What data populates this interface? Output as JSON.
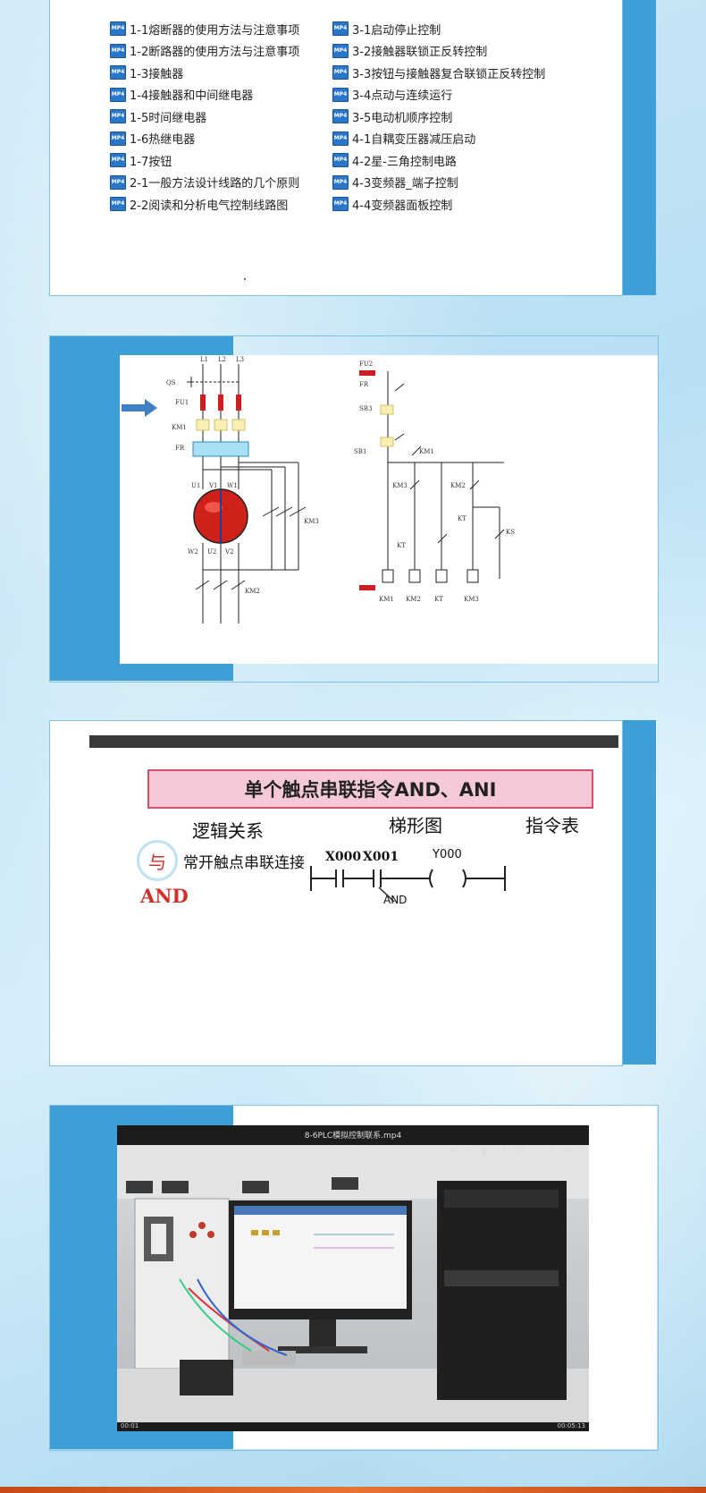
{
  "file_list": {
    "left": [
      "1-1熔断器的使用方法与注意事项",
      "1-2断路器的使用方法与注意事项",
      "1-3接触器",
      "1-4接触器和中间继电器",
      "1-5时间继电器",
      "1-6热继电器",
      "1-7按钮",
      "2-1一般方法设计线路的几个原则",
      "2-2阅读和分析电气控制线路图"
    ],
    "right": [
      "3-1启动停止控制",
      "3-2接触器联锁正反转控制",
      "3-3按钮与接触器复合联锁正反转控制",
      "3-4点动与连续运行",
      "3-5电动机顺序控制",
      "4-1自耦变压器减压启动",
      "4-2星-三角控制电路",
      "4-3变频器_端子控制",
      "4-4变频器面板控制"
    ],
    "icon_label": "MP4"
  },
  "circuit": {
    "phases": [
      "L1",
      "L2",
      "L3"
    ],
    "left_labels": [
      "QS",
      "FU1",
      "KM1",
      "FR"
    ],
    "motor_top": [
      "U1",
      "V1",
      "W1"
    ],
    "motor_bottom": [
      "W2",
      "U2",
      "V2"
    ],
    "km3": "KM3",
    "km2": "KM2",
    "ctrl_labels": [
      "FU2",
      "FR",
      "SB3",
      "SB1",
      "KM1",
      "KM3",
      "KM2",
      "KT",
      "KT",
      "KS"
    ],
    "coils": [
      "KM1",
      "KM2",
      "KT",
      "KM3"
    ]
  },
  "instruction": {
    "title": "单个触点串联指令AND、ANI",
    "headers": [
      "逻辑关系",
      "梯形图",
      "指令表"
    ],
    "yu": "与",
    "and_word": "AND",
    "description": "常开触点串联连接",
    "contacts": [
      "X000",
      "X001"
    ],
    "coil": "Y000",
    "and_label": "AND"
  },
  "player": {
    "title": "8-6PLC模拟控制联系.mp4",
    "toolbar": [
      "1X",
      "2X"
    ],
    "time_left": "00:01",
    "time_right": "00:05:13"
  },
  "colors": {
    "accent": "#3d9fd6",
    "panel_border": "#7fc2e6",
    "motor": "#d0201a",
    "arrow": "#3f7fc4"
  }
}
